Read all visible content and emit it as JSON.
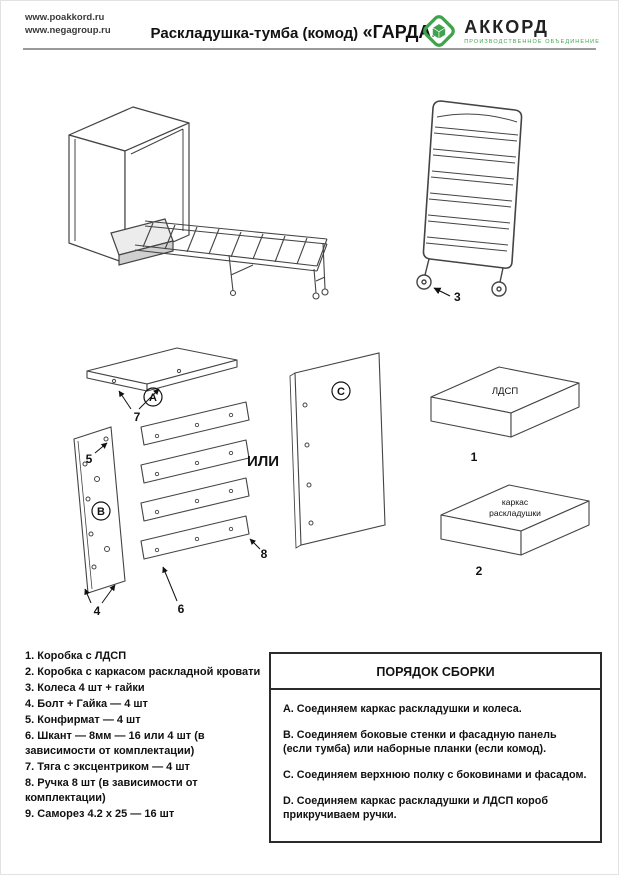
{
  "colors": {
    "brand_green": "#3fa34d",
    "line_gray": "#444444"
  },
  "header": {
    "url_line1": "www.poakkord.ru",
    "url_line2": "www.negagroup.ru",
    "title_prefix": "Раскладушка-тумба (комод)",
    "title_name": "«ГАРДА»",
    "brand_name": "АККОРД",
    "brand_subtitle": "производственное объединение"
  },
  "diagrams": {
    "or_label": "ИЛИ",
    "callouts": {
      "a": "A",
      "b": "B",
      "c": "C",
      "n3": "3",
      "n4": "4",
      "n5": "5",
      "n6": "6",
      "n7": "7",
      "n8": "8"
    },
    "box1_label": "ЛДСП",
    "box1_number": "1",
    "box2_label_line1": "каркас",
    "box2_label_line2": "раскладушки",
    "box2_number": "2"
  },
  "parts_list": [
    "1. Коробка с ЛДСП",
    "2. Коробка с каркасом раскладной кровати",
    "3. Колеса 4 шт + гайки",
    "4. Болт + Гайка — 4 шт",
    "5. Конфирмат — 4 шт",
    "6. Шкант — 8мм — 16 или 4 шт (в зависимости от комплектации)",
    "7. Тяга с эксцентриком — 4 шт",
    "8. Ручка 8 шт (в зависимости от комплектации)",
    "9. Саморез 4.2 х 25 — 16 шт"
  ],
  "assembly": {
    "title": "ПОРЯДОК СБОРКИ",
    "steps": [
      "A. Соединяем каркас раскладушки и колеса.",
      "B. Соединяем боковые стенки и фасадную панель (если тумба) или наборные планки (если комод).",
      "C. Соединяем верхнюю полку с боковинами и фасадом.",
      "D. Соединяем каркас раскладушки и ЛДСП короб прикручиваем ручки."
    ]
  }
}
